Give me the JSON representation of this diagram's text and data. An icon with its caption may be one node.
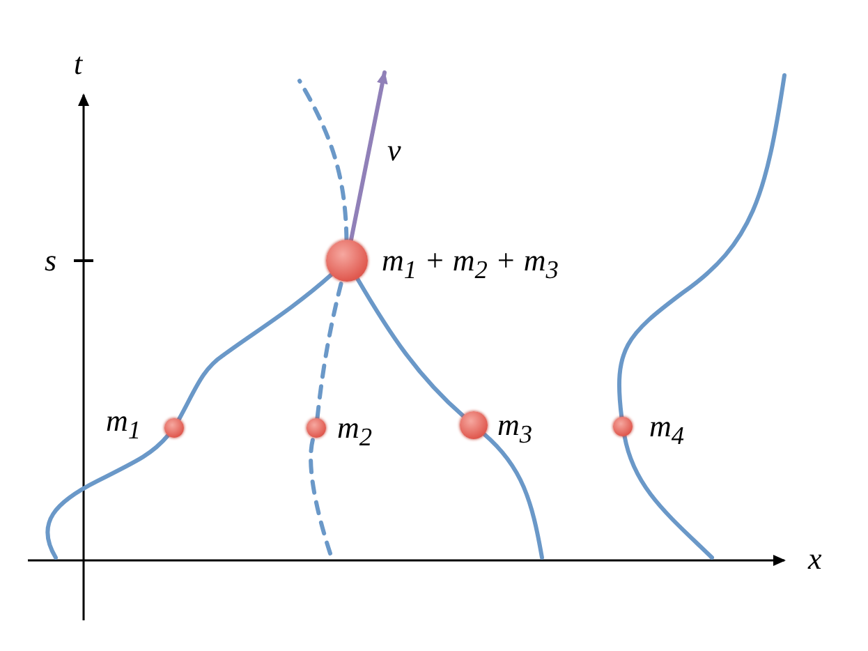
{
  "diagram": {
    "nodes": [
      {
        "text": [],
        "shape": "circle",
        "beside": [
          "m$_{1}$ + m$_{2}$ + m$_{3}$"
        ]
      },
      {
        "text": [],
        "shape": "circle",
        "beside": [
          "m$_{1}$"
        ]
      },
      {
        "text": [],
        "shape": "circle",
        "beside": [
          "m$_{2}$"
        ]
      },
      {
        "text": [],
        "shape": "circle",
        "beside": [
          "m$_{3}$"
        ]
      },
      {
        "text": [],
        "shape": "circle",
        "beside": [
          "m$_{4}$"
        ]
      }
    ],
    "edges": [
      {
        "from": 1,
        "to": 0,
        "arrow": "none"
      },
      {
        "from": 2,
        "to": 0,
        "arrow": "none",
        "style": "dashed"
      },
      {
        "from": 3,
        "to": 0,
        "arrow": "none"
      },
      {
        "from": null,
        "to": 1,
        "arrow": "none"
      },
      {
        "from": null,
        "to": 2,
        "arrow": "none",
        "style": "dashed"
      },
      {
        "from": null,
        "to": 3,
        "arrow": "none"
      },
      {
        "from": null,
        "to": 4,
        "arrow": "none"
      },
      {
        "from": 4,
        "to": null,
        "arrow": "none"
      },
      {
        "from": 0,
        "to": null,
        "arrow": "none",
        "style": "dashed"
      },
      {
        "from": 0,
        "to": null,
        "arrow": "to",
        "label": "v",
        "color": "#9080b8"
      }
    ],
    "labels": [
      "t",
      "s",
      "x"
    ]
  }
}
